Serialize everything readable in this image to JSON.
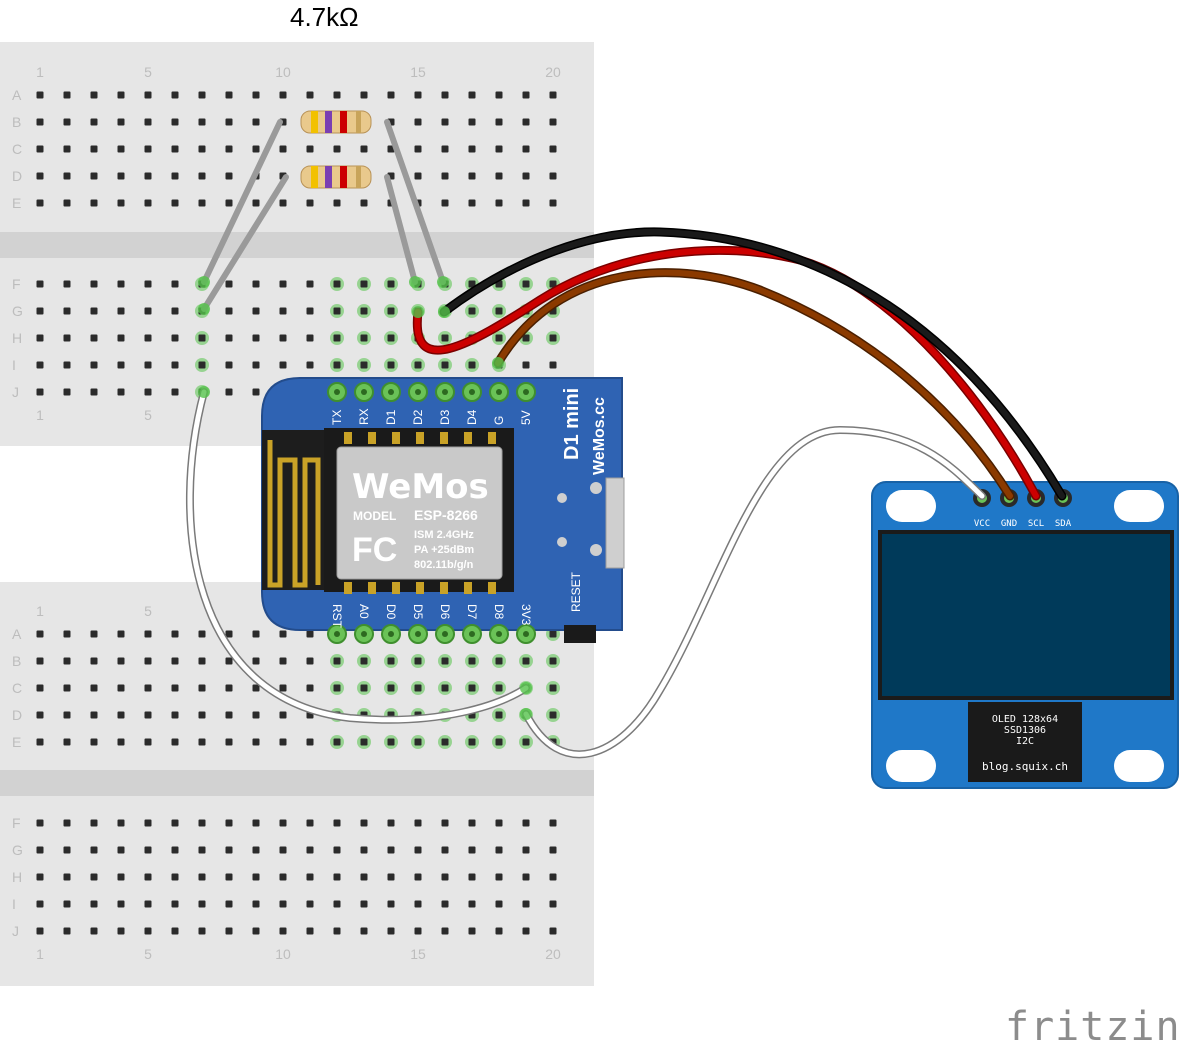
{
  "resistor_label": "4.7kΩ",
  "watermark": "fritzing",
  "breadboard": {
    "upper_rows": [
      "A",
      "B",
      "C",
      "D",
      "E"
    ],
    "lower_rows": [
      "F",
      "G",
      "H",
      "I",
      "J"
    ],
    "col_numbers": [
      "1",
      "5",
      "10",
      "15",
      "20"
    ]
  },
  "wemos": {
    "top_pins": [
      "TX",
      "RX",
      "D1",
      "D2",
      "D3",
      "D4",
      "G",
      "5V"
    ],
    "bottom_pins": [
      "RST",
      "A0",
      "D0",
      "D5",
      "D6",
      "D7",
      "D8",
      "3V3"
    ],
    "board_name": "D1 mini",
    "board_site": "WeMos.cc",
    "reset_label": "RESET",
    "logo": "WeMos",
    "model_label": "MODEL",
    "model_value": "ESP-8266",
    "spec_lines": [
      "ISM 2.4GHz",
      "PA +25dBm",
      "802.11b/g/n"
    ],
    "fcc_mark": "FC"
  },
  "oled": {
    "pins": [
      "VCC",
      "GND",
      "SCL",
      "SDA"
    ],
    "info_lines": [
      "OLED 128x64",
      "SSD1306",
      "I2C"
    ],
    "site": "blog.squix.ch"
  },
  "colors": {
    "breadboard": "#e6e6e6",
    "channel": "#d2d2d2",
    "hole": "#2b2b2b",
    "hole_active": "#55c24b",
    "wemos_board": "#2f63b3",
    "oled_board": "#1f78c8",
    "oled_screen": "#003a5a",
    "wire_black": "#1a1a1a",
    "wire_red": "#cc0000",
    "wire_brown": "#8b3a00",
    "wire_white": "#ffffff",
    "wire_gray": "#9a9a9a"
  }
}
